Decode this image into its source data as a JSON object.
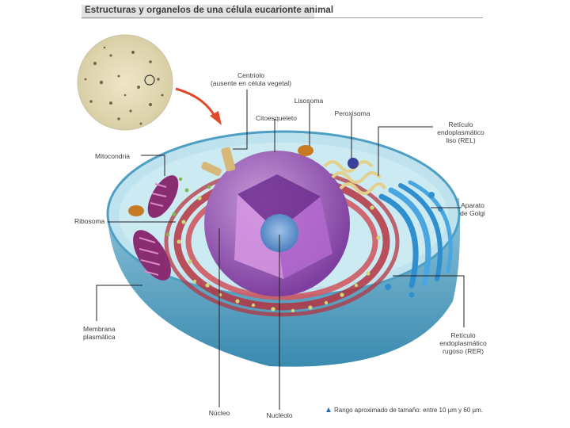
{
  "title": "Estructuras y organelos de una célula eucarionte animal",
  "labels": {
    "centriolo": "Centriolo\n(ausente en célula vegetal)",
    "lisosoma": "Lisosoma",
    "peroxisoma": "Peroxisoma",
    "citoesqueleto": "Citoesqueleto",
    "rel": "Retículo\nendoplasmático\nliso (REL)",
    "mitocondria": "Mitocondria",
    "ribosoma": "Ribosoma",
    "golgi": "Aparato\nde Golgi",
    "membrana": "Membrana\nplasmática",
    "rer": "Retículo\nendoplasmático\nrugoso (RER)",
    "nucleo": "Núcleo",
    "nucleolo": "Nucléolo"
  },
  "footnote": "Rango aproximado de tamaño: entre 10 µm y 60 µm.",
  "colors": {
    "cytoplasm": "#bfe3ee",
    "membrane": "#4f9fc4",
    "nucleus": "#9a5bb5",
    "nucleolus": "#4f86c0",
    "rer": "#b5343f",
    "golgi": "#2f8fce",
    "mitochondria": "#8a2c72",
    "lysosome": "#c87a22",
    "peroxisome": "#3b3f9c",
    "arrow": "#e04a2a",
    "footnote_marker": "#2a6fb5"
  }
}
